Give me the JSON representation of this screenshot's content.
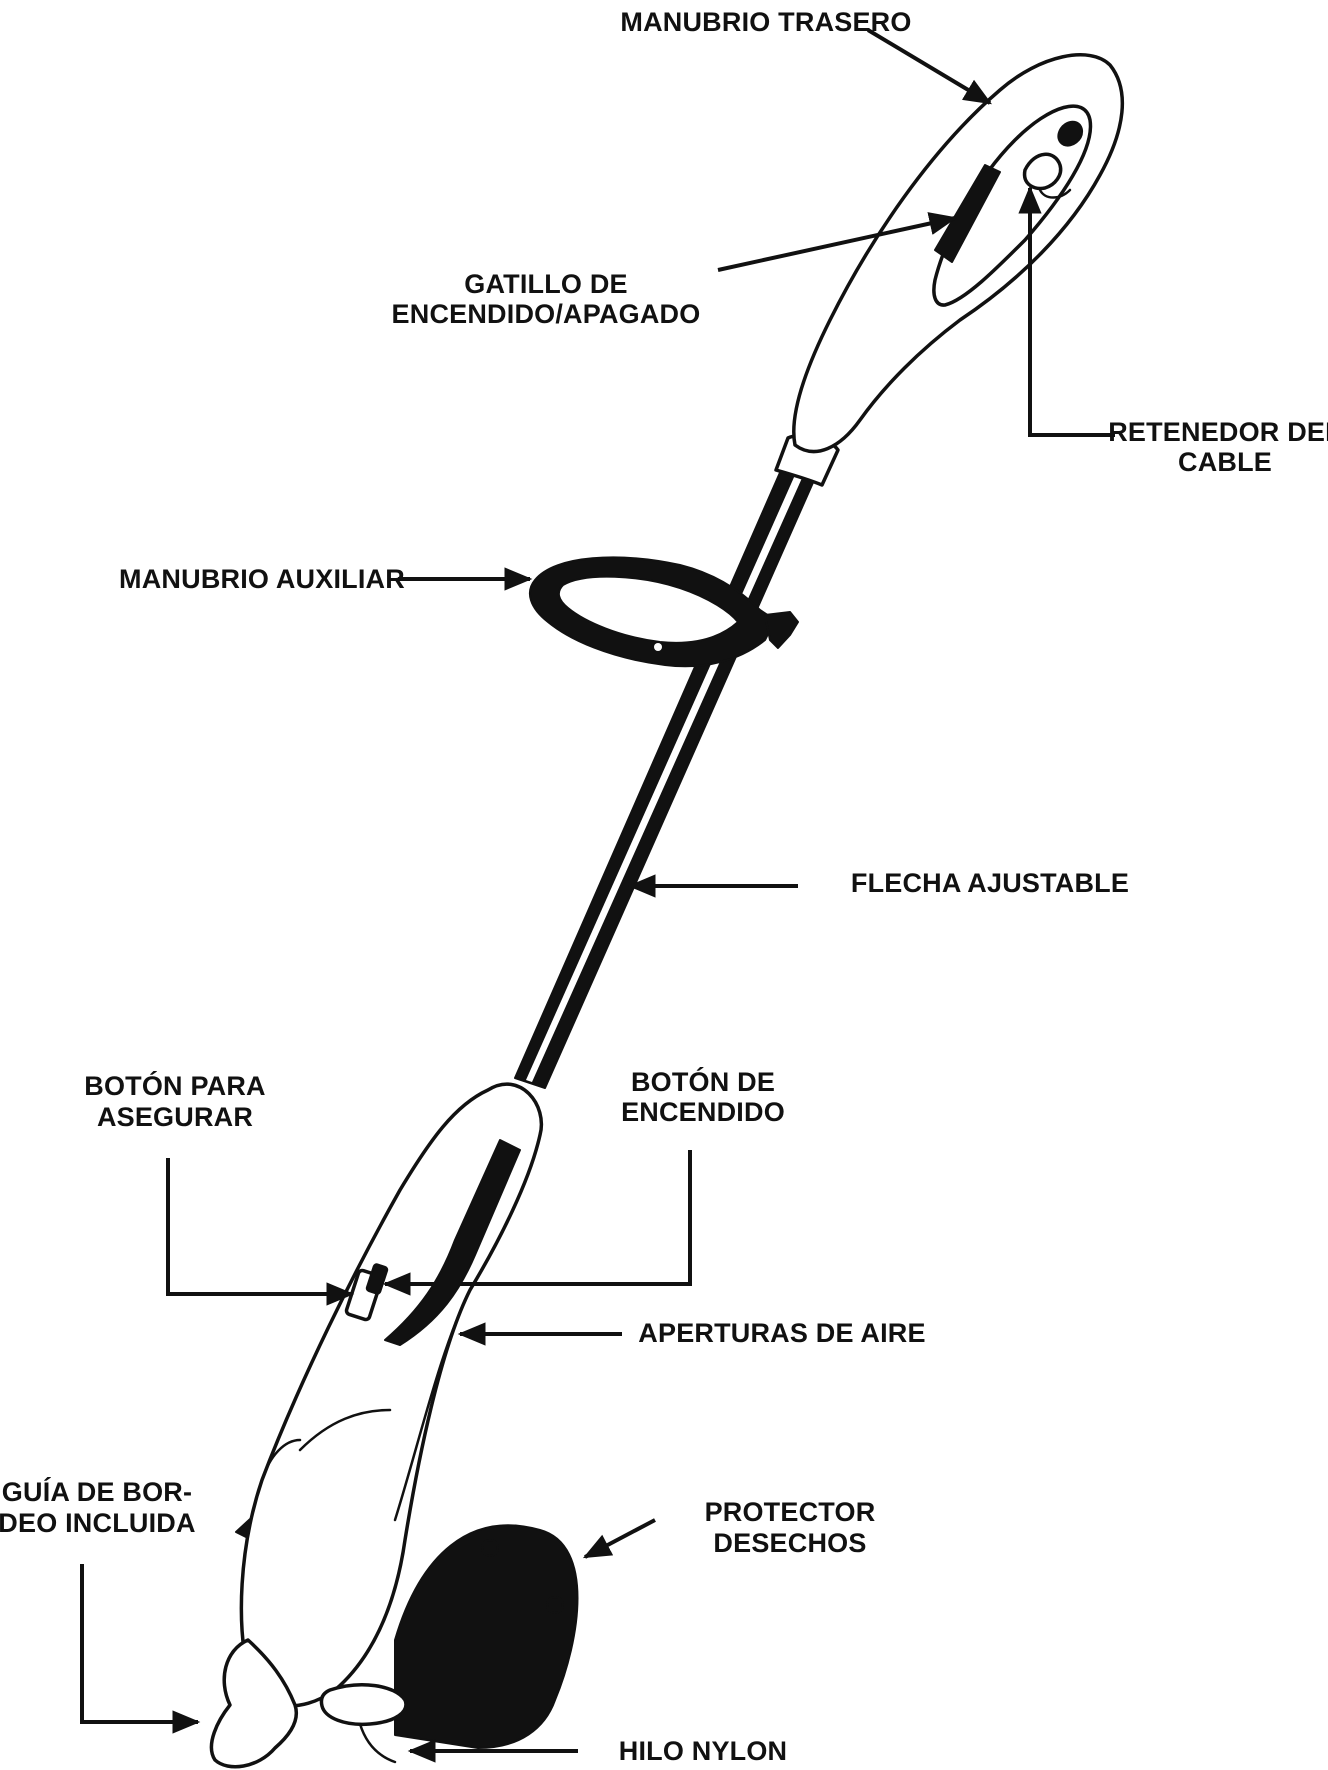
{
  "diagram": {
    "labels": {
      "manubrio_trasero": "MANUBRIO TRASERO",
      "gatillo_1": "GATILLO DE",
      "gatillo_2": "ENCENDIDO/APAGADO",
      "retenedor_1": "RETENEDOR DEL",
      "retenedor_2": "CABLE",
      "manubrio_auxiliar": "MANUBRIO AUXILIAR",
      "flecha_ajustable": "FLECHA AJUSTABLE",
      "boton_asegurar_1": "BOTÓN PARA",
      "boton_asegurar_2": "ASEGURAR",
      "boton_encendido_1": "BOTÓN DE",
      "boton_encendido_2": "ENCENDIDO",
      "aperturas_aire": "APERTURAS DE AIRE",
      "guia_bordeo_1": "GUÍA DE BOR-",
      "guia_bordeo_2": "DEO INCLUIDA",
      "protector_1": "PROTECTOR",
      "protector_2": "DESECHOS",
      "hilo_nylon": "HILO NYLON"
    },
    "colors": {
      "ink": "#111111",
      "background": "#ffffff"
    }
  }
}
